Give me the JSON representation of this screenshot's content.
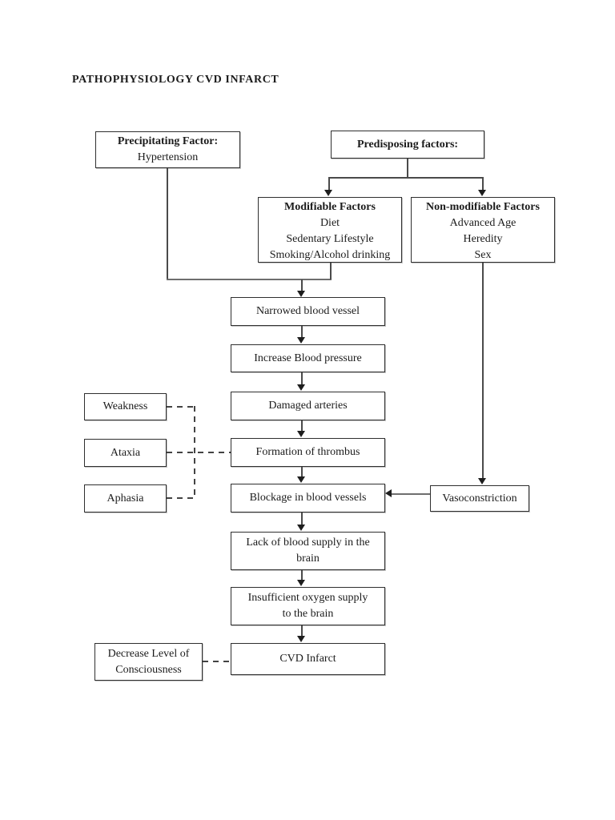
{
  "page": {
    "title": "PATHOPHYSIOLOGY CVD INFARCT",
    "background": "#ffffff"
  },
  "colors": {
    "line": "#4a4a4a",
    "border": "#2f2f2f",
    "text": "#1b1b1b",
    "arrowhead": "#1e1e1e"
  },
  "boxes": {
    "precipitating": {
      "heading": "Precipitating Factor:",
      "line1": "Hypertension"
    },
    "predisposing": {
      "heading": "Predisposing factors:"
    },
    "modifiable": {
      "heading": "Modifiable Factors",
      "line1": "Diet",
      "line2": "Sedentary Lifestyle",
      "line3": "Smoking/Alcohol drinking"
    },
    "nonmodifiable": {
      "heading": "Non-modifiable Factors",
      "line1": "Advanced Age",
      "line2": "Heredity",
      "line3": "Sex"
    },
    "narrowed": {
      "label": "Narrowed blood vessel"
    },
    "increase": {
      "label": "Increase Blood pressure"
    },
    "damaged": {
      "label": "Damaged arteries"
    },
    "thrombus": {
      "label": "Formation of thrombus"
    },
    "blockage": {
      "label": "Blockage in blood vessels"
    },
    "lack": {
      "label": "Lack of blood supply in the brain"
    },
    "oxygen": {
      "label": "Insufficient oxygen supply to the brain"
    },
    "infarct": {
      "label": "CVD Infarct"
    },
    "weakness": {
      "label": "Weakness"
    },
    "ataxia": {
      "label": "Ataxia"
    },
    "aphasia": {
      "label": "Aphasia"
    },
    "vasoconstriction": {
      "label": "Vasoconstriction"
    },
    "dlc": {
      "label": "Decrease Level of Consciousness"
    }
  }
}
